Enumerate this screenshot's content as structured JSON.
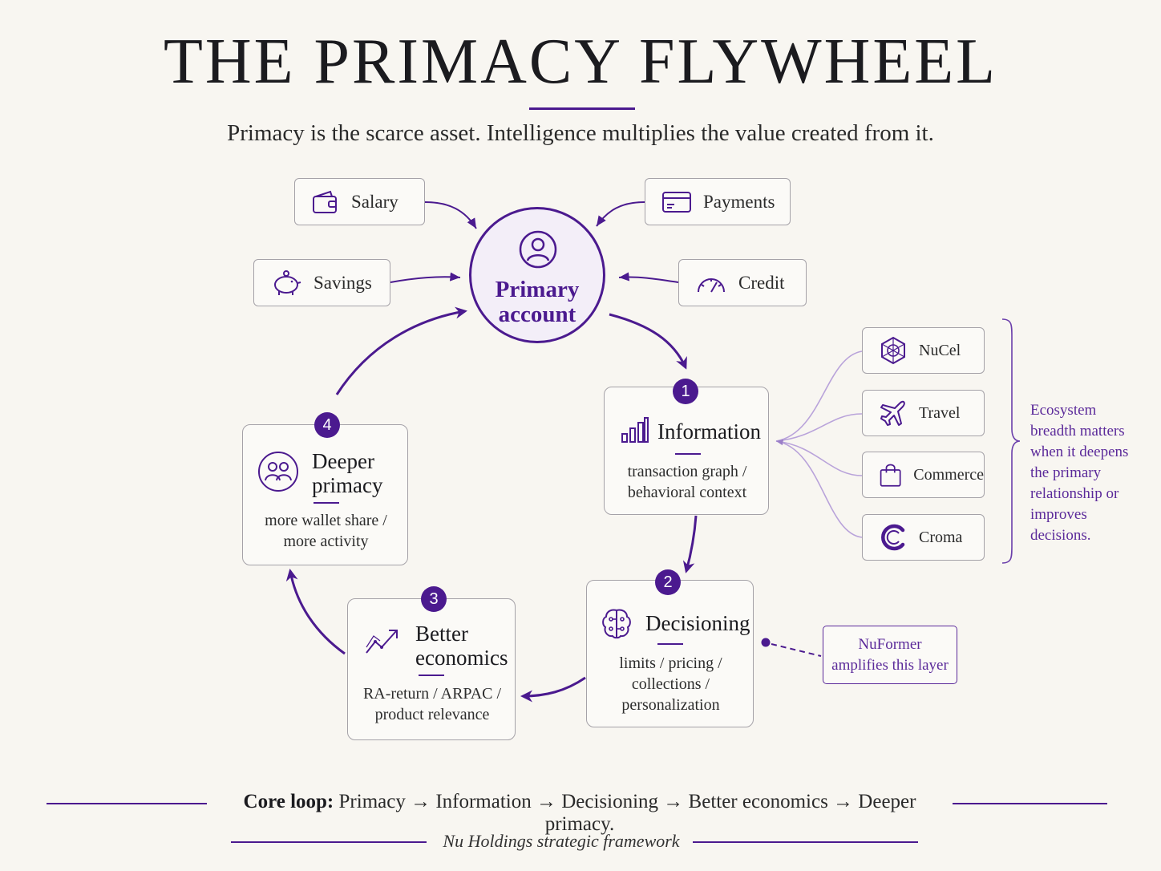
{
  "title": "THE PRIMACY FLYWHEEL",
  "subtitle": "Primacy is the scarce asset. Intelligence multiplies the value created from it.",
  "inputs": {
    "salary": "Salary",
    "payments": "Payments",
    "savings": "Savings",
    "credit": "Credit"
  },
  "primary_account": {
    "line1": "Primary",
    "line2": "account"
  },
  "steps": [
    {
      "number": "1",
      "title": "Information",
      "desc_line1": "transaction graph /",
      "desc_line2": "behavioral context"
    },
    {
      "number": "2",
      "title": "Decisioning",
      "desc_line1": "limits / pricing /",
      "desc_line2": "collections /",
      "desc_line3": "personalization"
    },
    {
      "number": "3",
      "title_line1": "Better",
      "title_line2": "economics",
      "desc_line1": "RA-return / ARPAC /",
      "desc_line2": "product relevance"
    },
    {
      "number": "4",
      "title_line1": "Deeper",
      "title_line2": "primacy",
      "desc_line1": "more wallet share /",
      "desc_line2": "more activity"
    }
  ],
  "ecosystem": {
    "items": [
      "NuCel",
      "Travel",
      "Commerce",
      "Croma"
    ],
    "note_lines": [
      "Ecosystem",
      "breadth matters",
      "when it deepens",
      "the primary",
      "relationship or",
      "improves",
      "decisions."
    ]
  },
  "nuformer": {
    "line1": "NuFormer",
    "line2": "amplifies this layer"
  },
  "core_loop": {
    "label": "Core loop:",
    "text": "Primacy → Information → Decisioning → Better economics → Deeper primacy."
  },
  "footer": "Nu Holdings strategic framework",
  "colors": {
    "accent": "#4b1a8f",
    "accent_light": "#9b7fc8",
    "background": "#f8f6f1"
  }
}
